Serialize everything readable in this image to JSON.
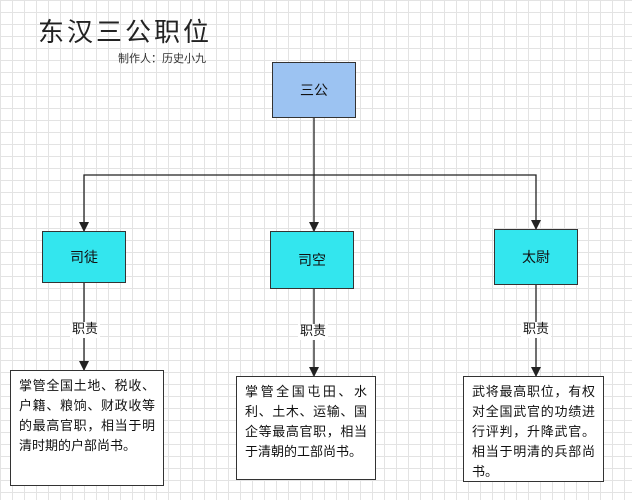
{
  "header": {
    "title": "东汉三公职位",
    "maker": "制作人：历史小九"
  },
  "root": {
    "label": "三公"
  },
  "branches": [
    {
      "name": "司徒",
      "edge_label": "职责",
      "duty": "掌管全国土地、税收、户籍、粮饷、财政收等的最高官职，相当于明清时期的户部尚书。"
    },
    {
      "name": "司空",
      "edge_label": "职责",
      "duty": "掌管全国屯田、水利、土木、运输、国企等最高官职，相当于清朝的工部尚书。"
    },
    {
      "name": "太尉",
      "edge_label": "职责",
      "duty": "武将最高职位，有权对全国武官的功绩进行评判，升降武官。相当于明清的兵部尚书。"
    }
  ]
}
